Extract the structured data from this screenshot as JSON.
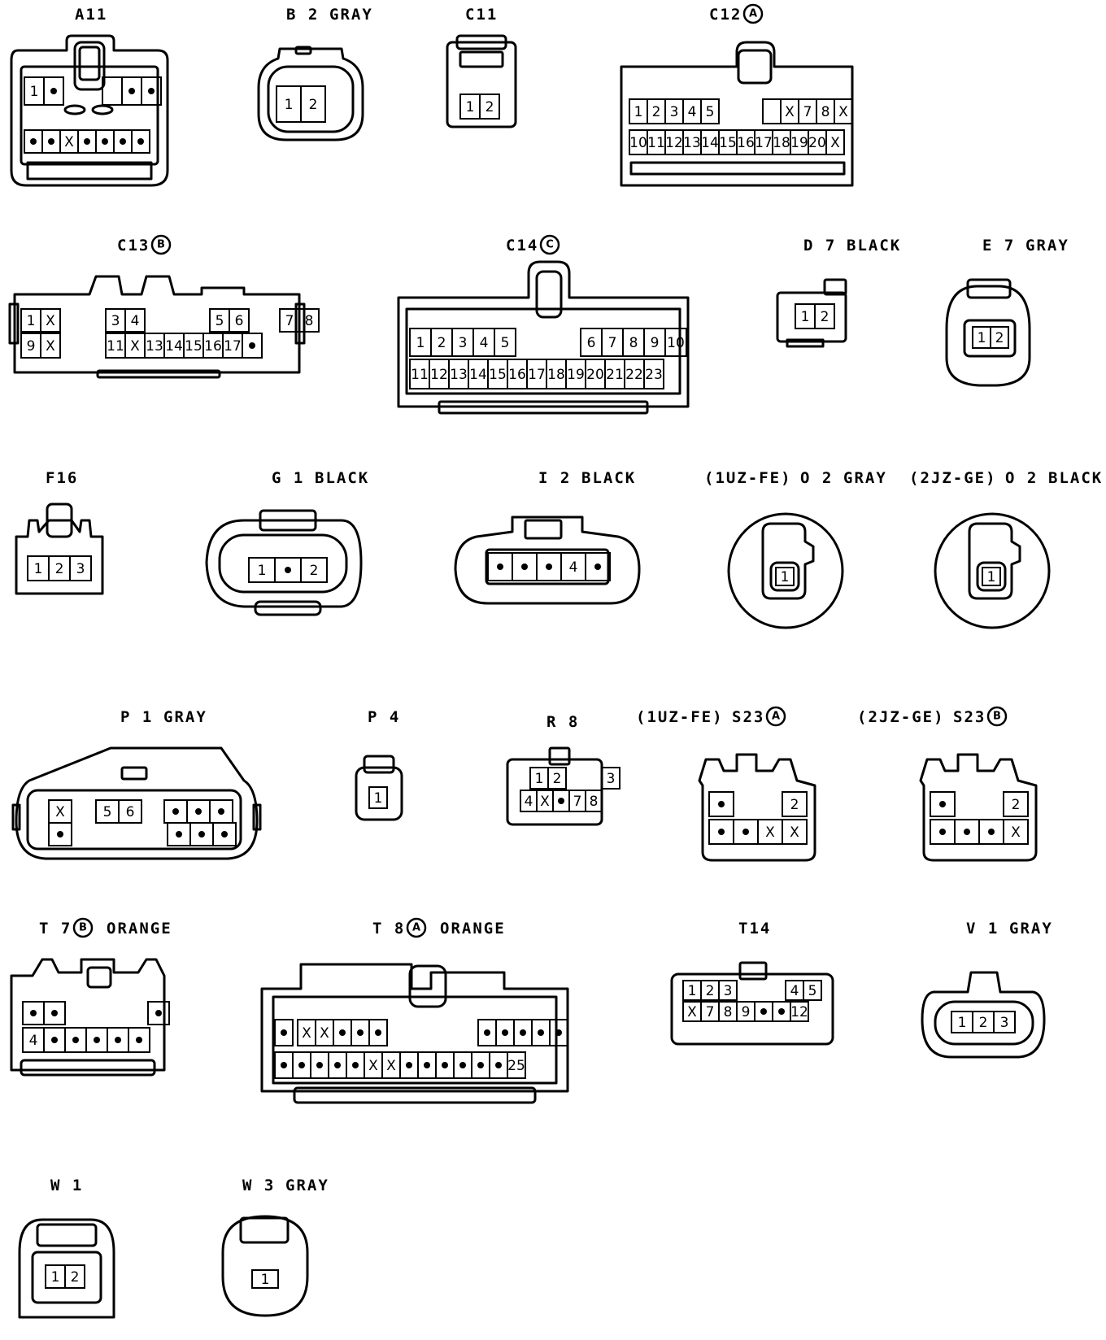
{
  "connectors": [
    {
      "id": "A11",
      "label": "A11",
      "variant": "",
      "color": "",
      "rows": [
        [
          "1",
          "•",
          "",
          "•",
          "•"
        ],
        [
          "•",
          "•",
          "X",
          "•",
          "•",
          "•",
          "•"
        ]
      ]
    },
    {
      "id": "B2",
      "label": "B 2",
      "variant": "",
      "color": "GRAY",
      "rows": [
        [
          "1",
          "2"
        ]
      ]
    },
    {
      "id": "C11",
      "label": "C11",
      "variant": "",
      "color": "",
      "rows": [
        [
          "1",
          "2"
        ]
      ]
    },
    {
      "id": "C12",
      "label": "C12",
      "variant": "A",
      "color": "",
      "rows": [
        [
          "1",
          "2",
          "3",
          "4",
          "5",
          "",
          "X",
          "7",
          "8",
          "X"
        ],
        [
          "10",
          "11",
          "12",
          "13",
          "14",
          "15",
          "16",
          "17",
          "18",
          "19",
          "20",
          "X"
        ]
      ]
    },
    {
      "id": "C13",
      "label": "C13",
      "variant": "B",
      "color": "",
      "rows": [
        [
          "1",
          "X",
          "3",
          "4",
          "5",
          "6",
          "7",
          "8"
        ],
        [
          "9",
          "X",
          "11",
          "X",
          "13",
          "14",
          "15",
          "16",
          "17",
          "•"
        ]
      ]
    },
    {
      "id": "C14",
      "label": "C14",
      "variant": "C",
      "color": "",
      "rows": [
        [
          "1",
          "2",
          "3",
          "4",
          "5",
          "6",
          "7",
          "8",
          "9",
          "10"
        ],
        [
          "11",
          "12",
          "13",
          "14",
          "15",
          "16",
          "17",
          "18",
          "19",
          "20",
          "21",
          "22",
          "23"
        ]
      ]
    },
    {
      "id": "D7",
      "label": "D 7",
      "variant": "",
      "color": "BLACK",
      "rows": [
        [
          "1",
          "2"
        ]
      ]
    },
    {
      "id": "E7",
      "label": "E 7",
      "variant": "",
      "color": "GRAY",
      "rows": [
        [
          "1",
          "2"
        ]
      ]
    },
    {
      "id": "F16",
      "label": "F16",
      "variant": "",
      "color": "",
      "rows": [
        [
          "1",
          "2",
          "3"
        ]
      ]
    },
    {
      "id": "G1",
      "label": "G 1",
      "variant": "",
      "color": "BLACK",
      "rows": [
        [
          "1",
          "•",
          "2"
        ]
      ]
    },
    {
      "id": "I2",
      "label": "I 2",
      "variant": "",
      "color": "BLACK",
      "rows": [
        [
          "•",
          "•",
          "•",
          "4",
          "•"
        ]
      ]
    },
    {
      "id": "O2-1UZ",
      "label": "O 2",
      "prefix": "(1UZ-FE)",
      "variant": "",
      "color": "GRAY",
      "rows": [
        [
          "1"
        ]
      ]
    },
    {
      "id": "O2-2JZ",
      "label": "O 2",
      "prefix": "(2JZ-GE)",
      "variant": "",
      "color": "BLACK",
      "rows": [
        [
          "1"
        ]
      ]
    },
    {
      "id": "P1",
      "label": "P 1",
      "variant": "",
      "color": "GRAY",
      "rows": [
        [
          "X",
          "5",
          "6",
          "•",
          "•",
          "•"
        ],
        [
          "•",
          "•",
          "•",
          "•"
        ]
      ]
    },
    {
      "id": "P4",
      "label": "P 4",
      "variant": "",
      "color": "",
      "rows": [
        [
          "1"
        ]
      ]
    },
    {
      "id": "R8",
      "label": "R 8",
      "variant": "",
      "color": "",
      "rows": [
        [
          "1",
          "2",
          "3"
        ],
        [
          "4",
          "X",
          "•",
          "7",
          "8"
        ]
      ]
    },
    {
      "id": "S23A",
      "label": "S23",
      "prefix": "(1UZ-FE)",
      "variant": "A",
      "color": "",
      "rows": [
        [
          "•",
          "2"
        ],
        [
          "•",
          "•",
          "X",
          "X"
        ]
      ]
    },
    {
      "id": "S23B",
      "label": "S23",
      "prefix": "(2JZ-GE)",
      "variant": "B",
      "color": "",
      "rows": [
        [
          "•",
          "2"
        ],
        [
          "•",
          "•",
          "•",
          "X"
        ]
      ]
    },
    {
      "id": "T7",
      "label": "T 7",
      "variant": "B",
      "color": "ORANGE",
      "rows": [
        [
          "•",
          "•",
          "•"
        ],
        [
          "4",
          "•",
          "•",
          "•",
          "•",
          "•"
        ]
      ]
    },
    {
      "id": "T8",
      "label": "T 8",
      "variant": "A",
      "color": "ORANGE",
      "rows": [
        [
          "•",
          "X",
          "X",
          "•",
          "•",
          "•",
          "•",
          "•",
          "•",
          "•",
          "•"
        ],
        [
          "•",
          "•",
          "•",
          "•",
          "•",
          "X",
          "X",
          "•",
          "•",
          "•",
          "•",
          "•",
          "•",
          "25"
        ]
      ]
    },
    {
      "id": "T14",
      "label": "T14",
      "variant": "",
      "color": "",
      "rows": [
        [
          "1",
          "2",
          "3",
          "4",
          "5"
        ],
        [
          "X",
          "7",
          "8",
          "9",
          "•",
          "•",
          "12"
        ]
      ]
    },
    {
      "id": "V1",
      "label": "V 1",
      "variant": "",
      "color": "GRAY",
      "rows": [
        [
          "1",
          "2",
          "3"
        ]
      ]
    },
    {
      "id": "W1",
      "label": "W 1",
      "variant": "",
      "color": "",
      "rows": [
        [
          "1",
          "2"
        ]
      ]
    },
    {
      "id": "W3",
      "label": "W 3",
      "variant": "",
      "color": "GRAY",
      "rows": [
        [
          "1"
        ]
      ]
    }
  ]
}
